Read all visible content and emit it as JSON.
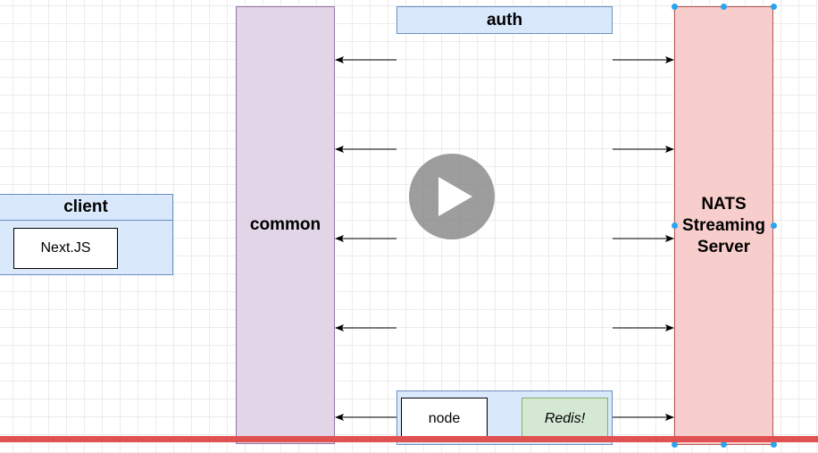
{
  "client": {
    "title": "client",
    "tech": "Next.JS"
  },
  "common": {
    "label": "common"
  },
  "auth": {
    "title": "auth",
    "node": "node",
    "redis": "Redis!"
  },
  "nats": {
    "label": "NATS\nStreaming\nServer"
  },
  "colors": {
    "client_fill": "#dae8fc",
    "common_fill": "#e1d5e7",
    "nats_fill": "#f8cecc",
    "redis_fill": "#d5e8d4",
    "progress_bar": "#e05252",
    "selection_handle": "#29a4f0"
  },
  "player": {
    "icon": "play-icon"
  }
}
